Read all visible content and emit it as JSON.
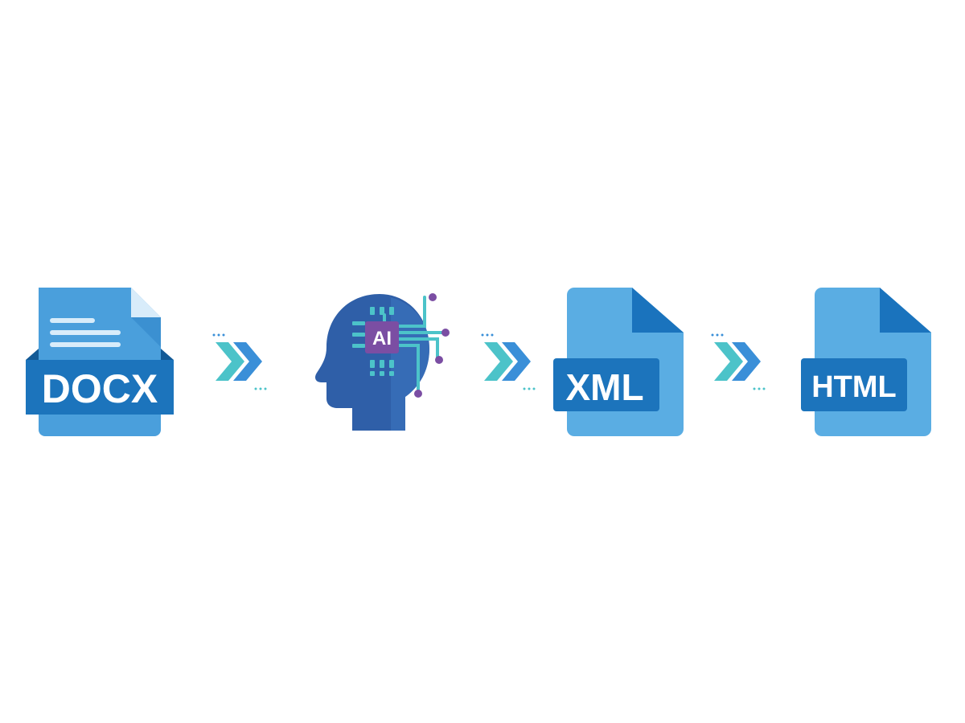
{
  "diagram": {
    "steps": [
      {
        "id": "docx",
        "label": "DOCX",
        "icon": "docx-file-icon"
      },
      {
        "id": "ai",
        "label": "AI",
        "icon": "ai-head-icon"
      },
      {
        "id": "xml",
        "label": "XML",
        "icon": "xml-file-icon"
      },
      {
        "id": "html",
        "label": "HTML",
        "icon": "html-file-icon"
      }
    ],
    "connector_icon": "double-chevron-right-icon"
  },
  "colors": {
    "file_light": "#5aade3",
    "file_docx_body": "#4a9fdc",
    "file_fold": "#1a73bd",
    "label_band": "#1c74bc",
    "head_dark": "#2f5fa8",
    "head_mid": "#3c74c0",
    "ai_chip": "#7b4ea3",
    "circuit_teal": "#4cc3c9",
    "chevron_teal": "#4cc3c9",
    "chevron_blue": "#3a8fd8"
  }
}
